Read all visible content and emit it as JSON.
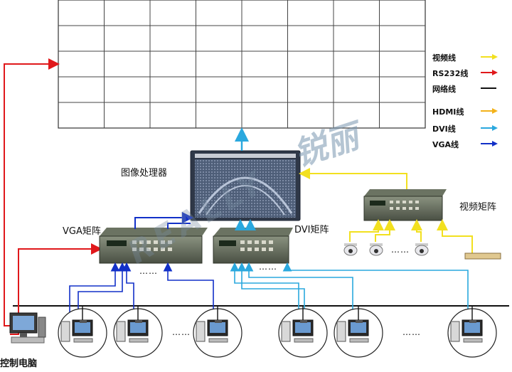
{
  "labels": {
    "image_processor": "图像处理器",
    "vga_matrix": "VGA矩阵",
    "dvi_matrix": "DVI矩阵",
    "video_matrix": "视频矩阵",
    "control_pc": "控制电脑"
  },
  "legend": [
    {
      "label": "视频线",
      "color": "#f2e01f"
    },
    {
      "label": "RS232线",
      "color": "#e0181b"
    },
    {
      "label": "网络线",
      "color": "#111111"
    },
    {
      "label": "HDMI线",
      "color": "#f3b21a"
    },
    {
      "label": "DVI线",
      "color": "#2aa8de"
    },
    {
      "label": "VGA线",
      "color": "#1230c8"
    }
  ],
  "ellipsis": [
    "……",
    "……",
    "……",
    "……",
    "……",
    "……"
  ],
  "watermark": {
    "latin": "REALLY",
    "cjk": "锐丽"
  },
  "video_wall": {
    "rows": 5,
    "cols": 8
  },
  "colors": {
    "rs232": "#e0181b",
    "vga": "#1230c8",
    "dvi": "#2aa8de",
    "video": "#f2e01f",
    "network": "#111111"
  }
}
